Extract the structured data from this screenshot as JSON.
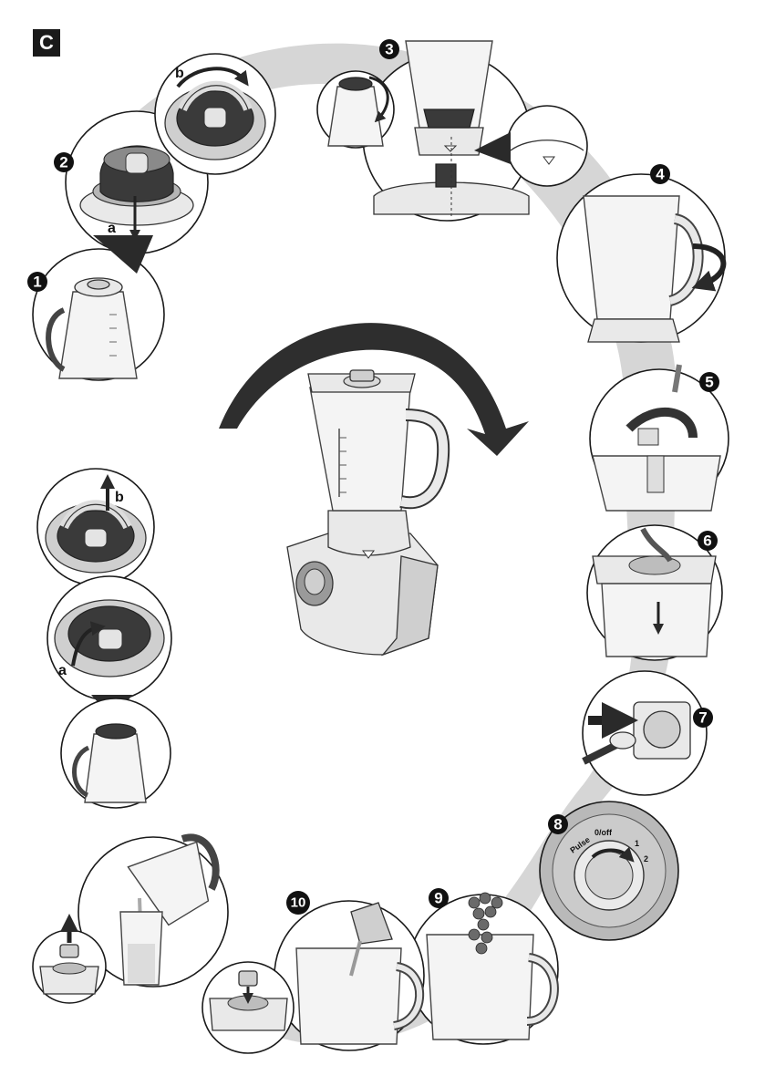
{
  "figure_label": "C",
  "steps": [
    "1",
    "2",
    "3",
    "4",
    "5",
    "6",
    "7",
    "8",
    "9",
    "10"
  ],
  "callouts": {
    "step2_a": "a",
    "step2_b": "b",
    "disassembly_a": "a",
    "disassembly_b": "b"
  },
  "dial": {
    "pulse": "Pulse",
    "off": "0/off",
    "one": "1",
    "two": "2"
  }
}
